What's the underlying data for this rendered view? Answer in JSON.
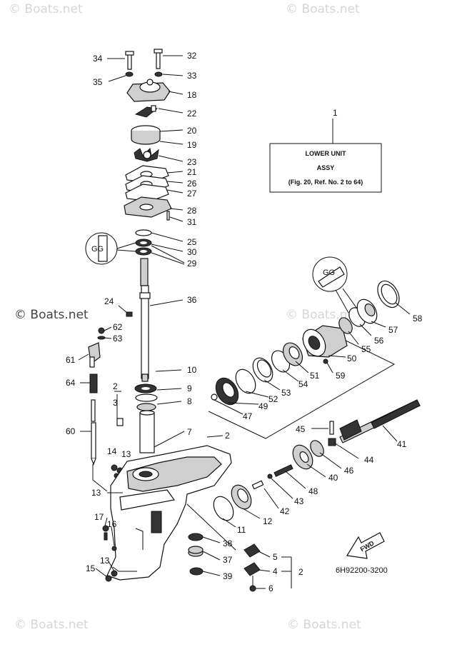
{
  "watermark": "© Boats.net",
  "assembly_box": {
    "line1": "LOWER UNIT",
    "line2": "ASSY",
    "line3": "(Fig. 20, Ref. No. 2 to 64)"
  },
  "fwd_label": "FWD",
  "seal_glyph": "GG",
  "diagram_code": "6H92200-3200",
  "callouts": [
    "1",
    "2",
    "3",
    "4",
    "5",
    "6",
    "7",
    "8",
    "9",
    "10",
    "11",
    "12",
    "13",
    "14",
    "15",
    "16",
    "17",
    "18",
    "19",
    "20",
    "21",
    "22",
    "23",
    "24",
    "25",
    "26",
    "27",
    "28",
    "29",
    "30",
    "31",
    "32",
    "33",
    "34",
    "35",
    "36",
    "37",
    "38",
    "39",
    "40",
    "41",
    "42",
    "43",
    "44",
    "45",
    "46",
    "47",
    "48",
    "49",
    "50",
    "51",
    "52",
    "53",
    "54",
    "55",
    "56",
    "57",
    "58",
    "59",
    "60",
    "61",
    "62",
    "63",
    "64"
  ],
  "extra_callouts": {
    "c2b": "2",
    "c13b": "13",
    "c13c": "13"
  }
}
